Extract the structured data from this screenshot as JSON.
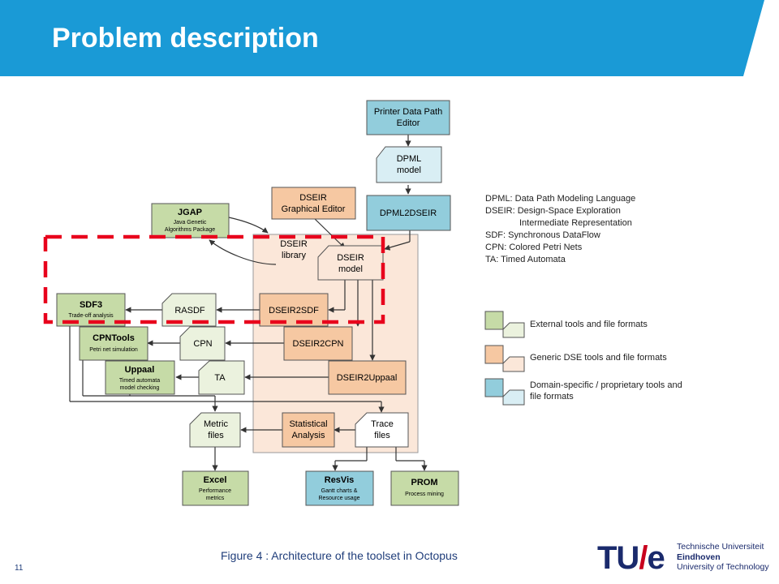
{
  "slide": {
    "title": "Problem description",
    "page_number": "11",
    "caption": "Figure  4 : Architecture of the toolset in Octopus"
  },
  "colors": {
    "header_blue": "#1a9ad6",
    "external": "#c6dba7",
    "generic": "#f6c8a2",
    "domain": "#92cddc",
    "domain_light": "#d9eef4",
    "external_light": "#ebf2de",
    "frame_fill": "#fbe7d9",
    "dashed_red": "#e8001c"
  },
  "diagram": {
    "printer_editor": [
      "Printer Data Path",
      "Editor"
    ],
    "dpml_model": [
      "DPML",
      "model"
    ],
    "dpml2dseir": "DPML2DSEIR",
    "dseir_editor": [
      "DSEIR",
      "Graphical Editor"
    ],
    "jgap": {
      "title": "JGAP",
      "sub": [
        "Java Genetic",
        "Algorithms Package"
      ]
    },
    "dseir_library": [
      "DSEIR",
      "library"
    ],
    "dseir_model": [
      "DSEIR",
      "model"
    ],
    "sdf3": {
      "title": "SDF3",
      "sub": [
        "Trade-off analysis"
      ]
    },
    "rasdf": "RASDF",
    "dseir2sdf": "DSEIR2SDF",
    "cpntools": {
      "title": "CPNTools",
      "sub": [
        "Petri net simulation"
      ]
    },
    "cpn": "CPN",
    "dseir2cpn": "DSEIR2CPN",
    "uppaal": {
      "title": "Uppaal",
      "sub": [
        "Timed automata",
        "model checking"
      ]
    },
    "ta": "TA",
    "dseir2uppaal": "DSEIR2Uppaal",
    "metric_files": [
      "Metric",
      "files"
    ],
    "statistical_analysis": [
      "Statistical",
      "Analysis"
    ],
    "trace_files": [
      "Trace",
      "files"
    ],
    "excel": {
      "title": "Excel",
      "sub": [
        "Performance",
        "metrics"
      ]
    },
    "resvis": {
      "title": "ResVis",
      "sub": [
        "Gantt charts &",
        "Resource usage"
      ]
    },
    "prom": {
      "title": "PROM",
      "sub": [
        "Process mining"
      ]
    }
  },
  "legend": {
    "abbreviations": [
      "DPML: Data Path Modeling Language",
      "DSEIR: Design-Space Exploration",
      "Intermediate Representation",
      "SDF: Synchronous DataFlow",
      "CPN: Colored Petri Nets",
      "TA: Timed Automata"
    ],
    "types": [
      "External tools and file formats",
      "Generic DSE tools and file formats",
      "Domain-specific / proprietary tools and",
      "file formats"
    ]
  },
  "logo": {
    "mark_left": "TU",
    "mark_slash": "/",
    "mark_right": "e",
    "line1": "Technische Universiteit",
    "line2": "Eindhoven",
    "line3": "University of Technology"
  }
}
